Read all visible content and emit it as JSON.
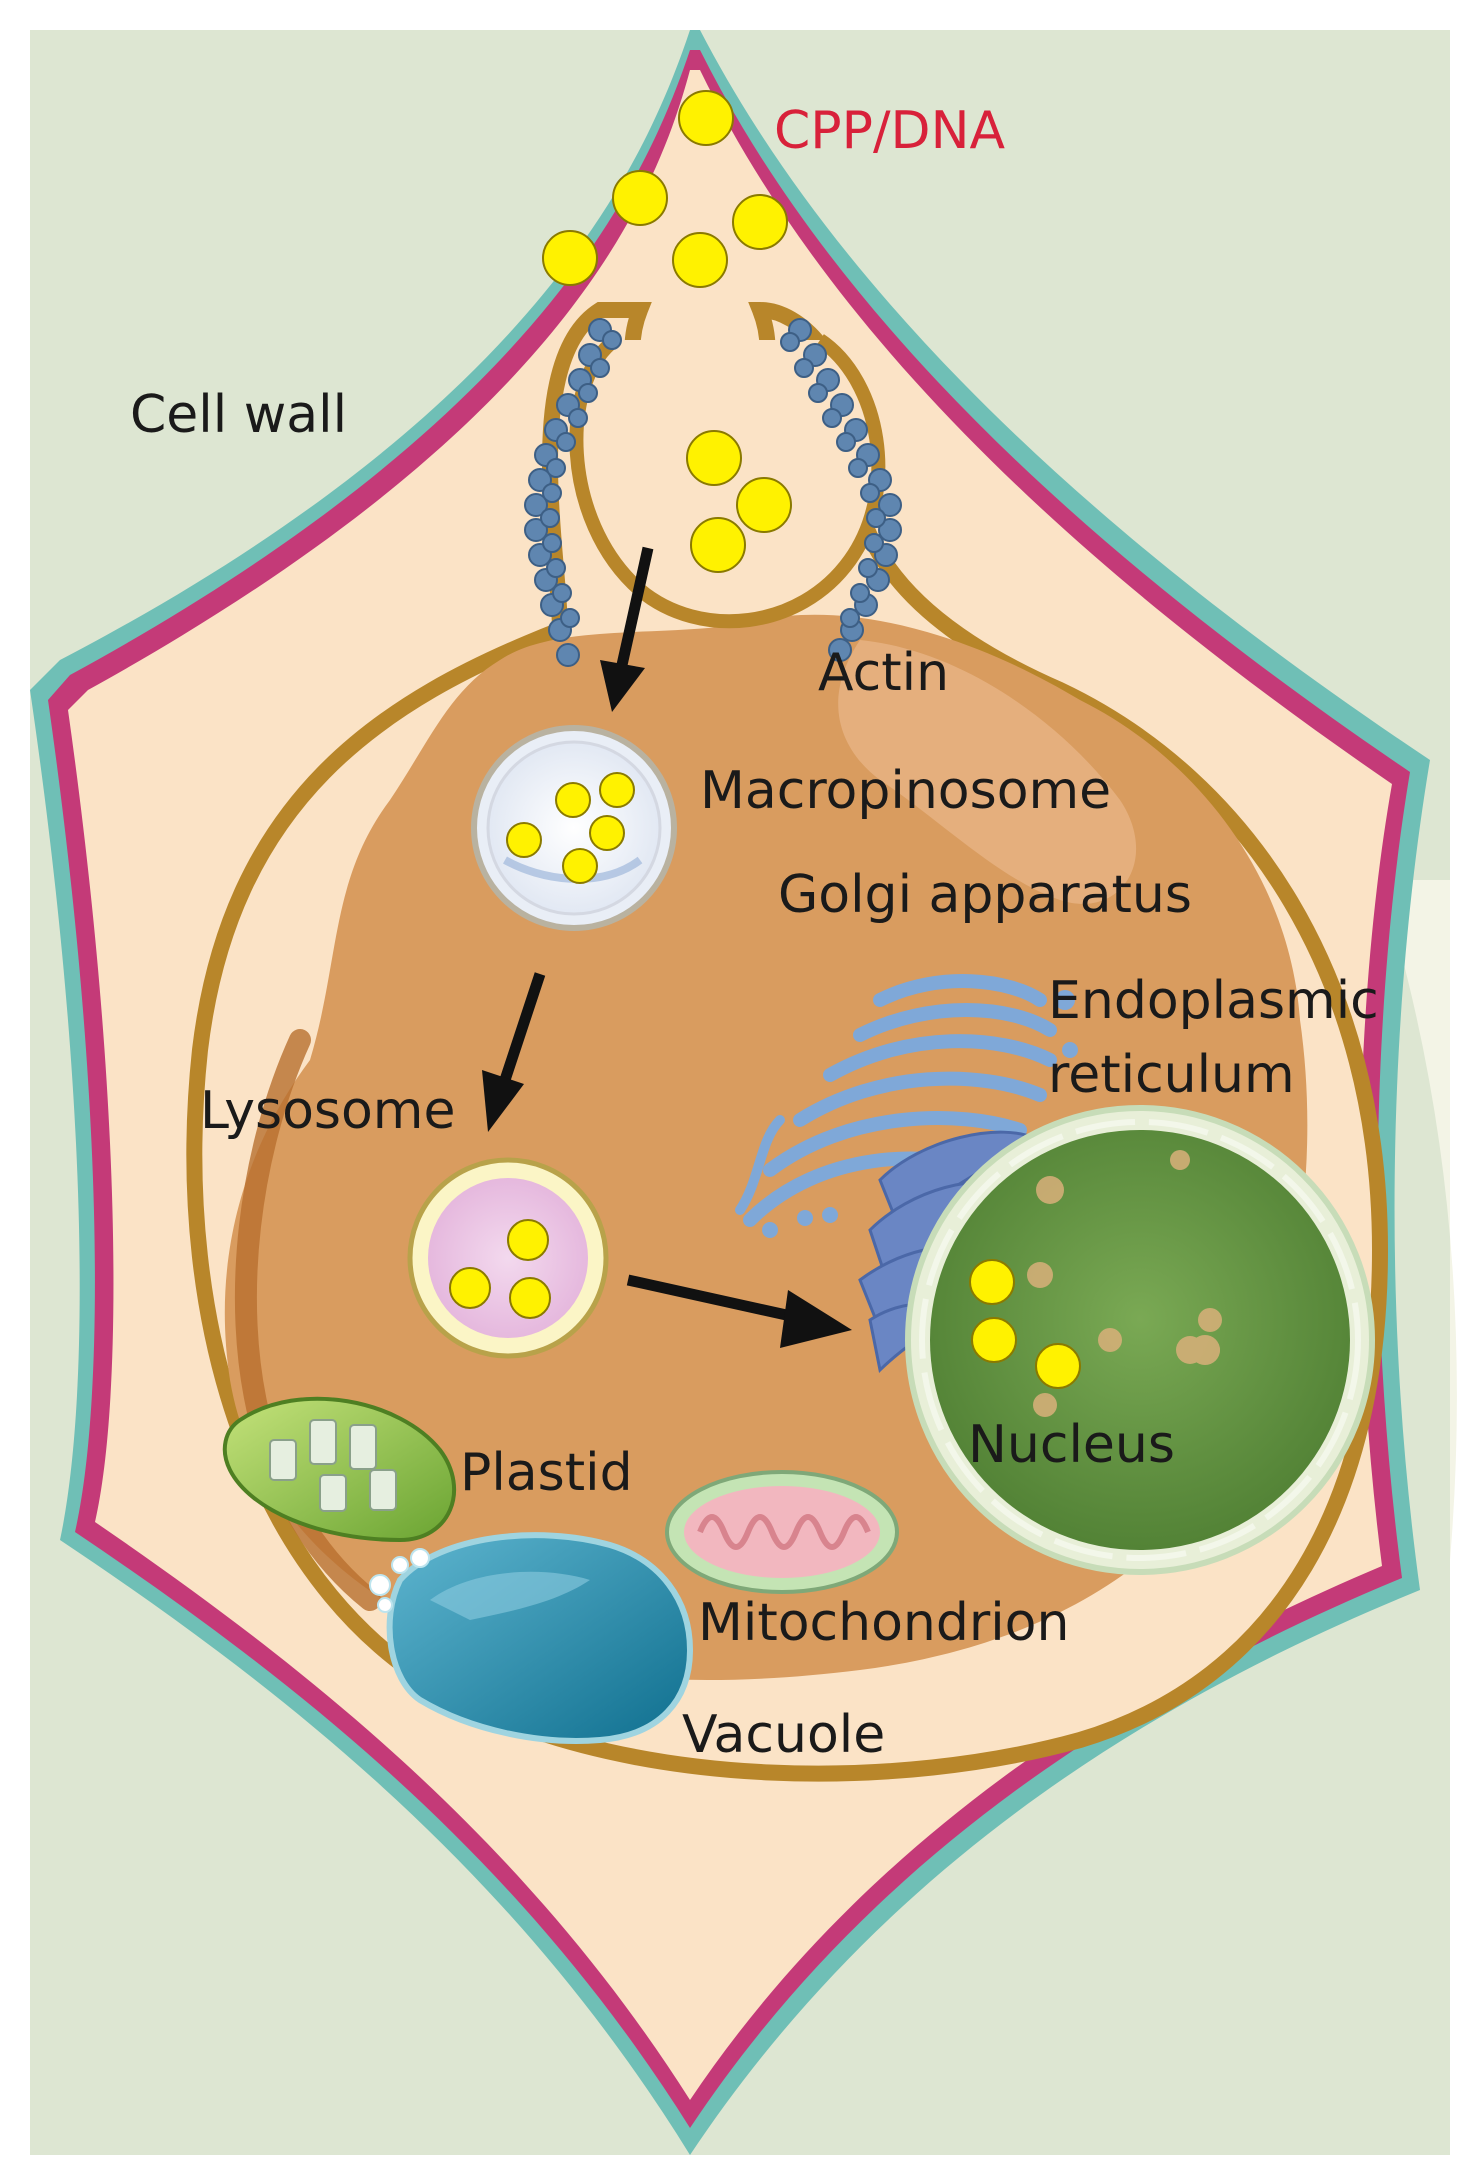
{
  "labels": {
    "cpp_dna": "CPP/DNA",
    "cell_wall": "Cell wall",
    "actin": "Actin",
    "macropinosome": "Macropinosome",
    "golgi": "Golgi apparatus",
    "er_line1": "Endoplasmic",
    "er_line2": "reticulum",
    "lysosome": "Lysosome",
    "nucleus": "Nucleus",
    "plastid": "Plastid",
    "mitochondrion": "Mitochondrion",
    "vacuole": "Vacuole"
  },
  "colors": {
    "background_cell": "#dde6d2",
    "wall_pink": "#c43a78",
    "wall_teal": "#6fbfb6",
    "cytoplasm_light": "#fbe3c6",
    "cytoplasm": "#d99c5f",
    "membrane": "#b8862a",
    "particle": "#fff200",
    "nucleus": "#6a9a45",
    "vacuole": "#1e88a8",
    "actin": "#5f86b0",
    "label_red": "#d8213a"
  }
}
